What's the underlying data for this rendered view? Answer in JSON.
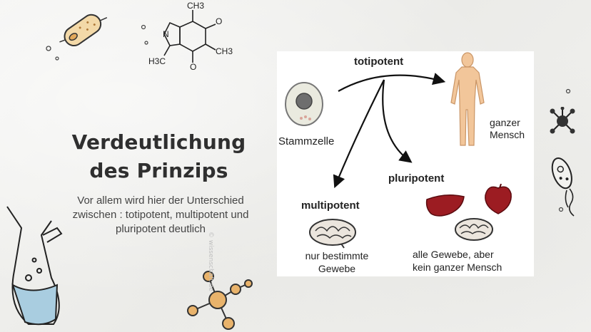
{
  "slide": {
    "title": "Verdeutlichung des Prinzips",
    "body": "Vor allem wird hier der Unterschied zwischen : totipotent, multipotent und pluripotent deutlich"
  },
  "diagram": {
    "stem_cell": "Stammzelle",
    "totipotent": "totipotent",
    "pluripotent": "pluripotent",
    "multipotent": "multipotent",
    "human_line1": "ganzer",
    "human_line2": "Mensch",
    "multi_line1": "nur bestimmte",
    "multi_line2": "Gewebe",
    "pluri_line1": "alle Gewebe, aber",
    "pluri_line2": "kein ganzer Mensch",
    "watermark": "© wissenschaft.de"
  },
  "colors": {
    "background": "#f1f1ef",
    "organ_red": "#9c1c22",
    "flask_blue": "#a9cde0",
    "molecule_orange": "#e9b36b"
  },
  "decorations": [
    "bacterium-icon",
    "caffeine-molecule-icon",
    "flask-icon",
    "molecule-icon",
    "virus-icon",
    "microbe-icon"
  ]
}
